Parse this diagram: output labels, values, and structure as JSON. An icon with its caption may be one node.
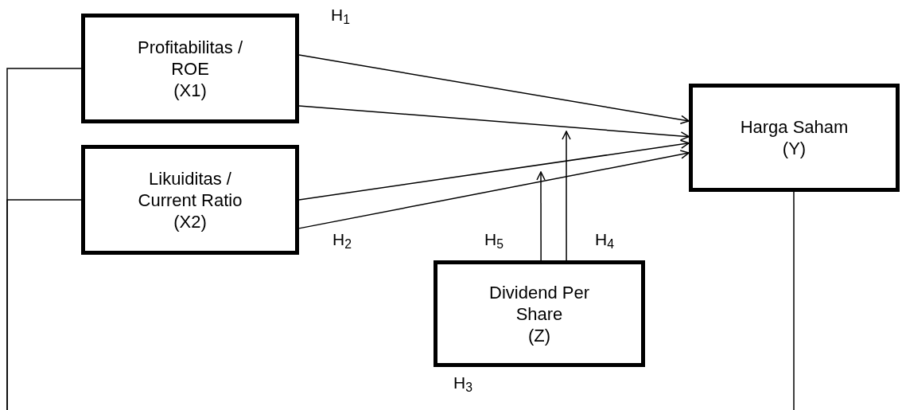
{
  "diagram": {
    "nodes": [
      {
        "text": [
          "Profitabilitas / ROE",
          "(X1)"
        ]
      },
      {
        "text": [
          "Likuiditas / Current Ratio",
          "(X2)"
        ]
      },
      {
        "text": [
          "Harga Saham",
          "(Y)"
        ]
      },
      {
        "text": [
          "Dividend Per Share",
          "(Z)"
        ]
      }
    ],
    "edges": [
      {
        "from": 0,
        "to": 2,
        "arrow": "to"
      },
      {
        "from": 0,
        "to": 2,
        "arrow": "to"
      },
      {
        "from": 1,
        "to": 2,
        "arrow": "to"
      },
      {
        "from": 1,
        "to": 2,
        "arrow": "to"
      },
      {
        "from": 3,
        "to": null,
        "arrow": "to"
      },
      {
        "from": 3,
        "to": null,
        "arrow": "to"
      },
      {
        "from": 0,
        "to": null,
        "arrow": "none"
      },
      {
        "from": 1,
        "to": null,
        "arrow": "none"
      },
      {
        "from": 2,
        "to": null,
        "arrow": "none"
      }
    ],
    "labels": [
      "H$_{1}$",
      "H$_{2}$",
      "H$_{5}$",
      "H$_{4}$",
      "H$_{3}$"
    ]
  }
}
